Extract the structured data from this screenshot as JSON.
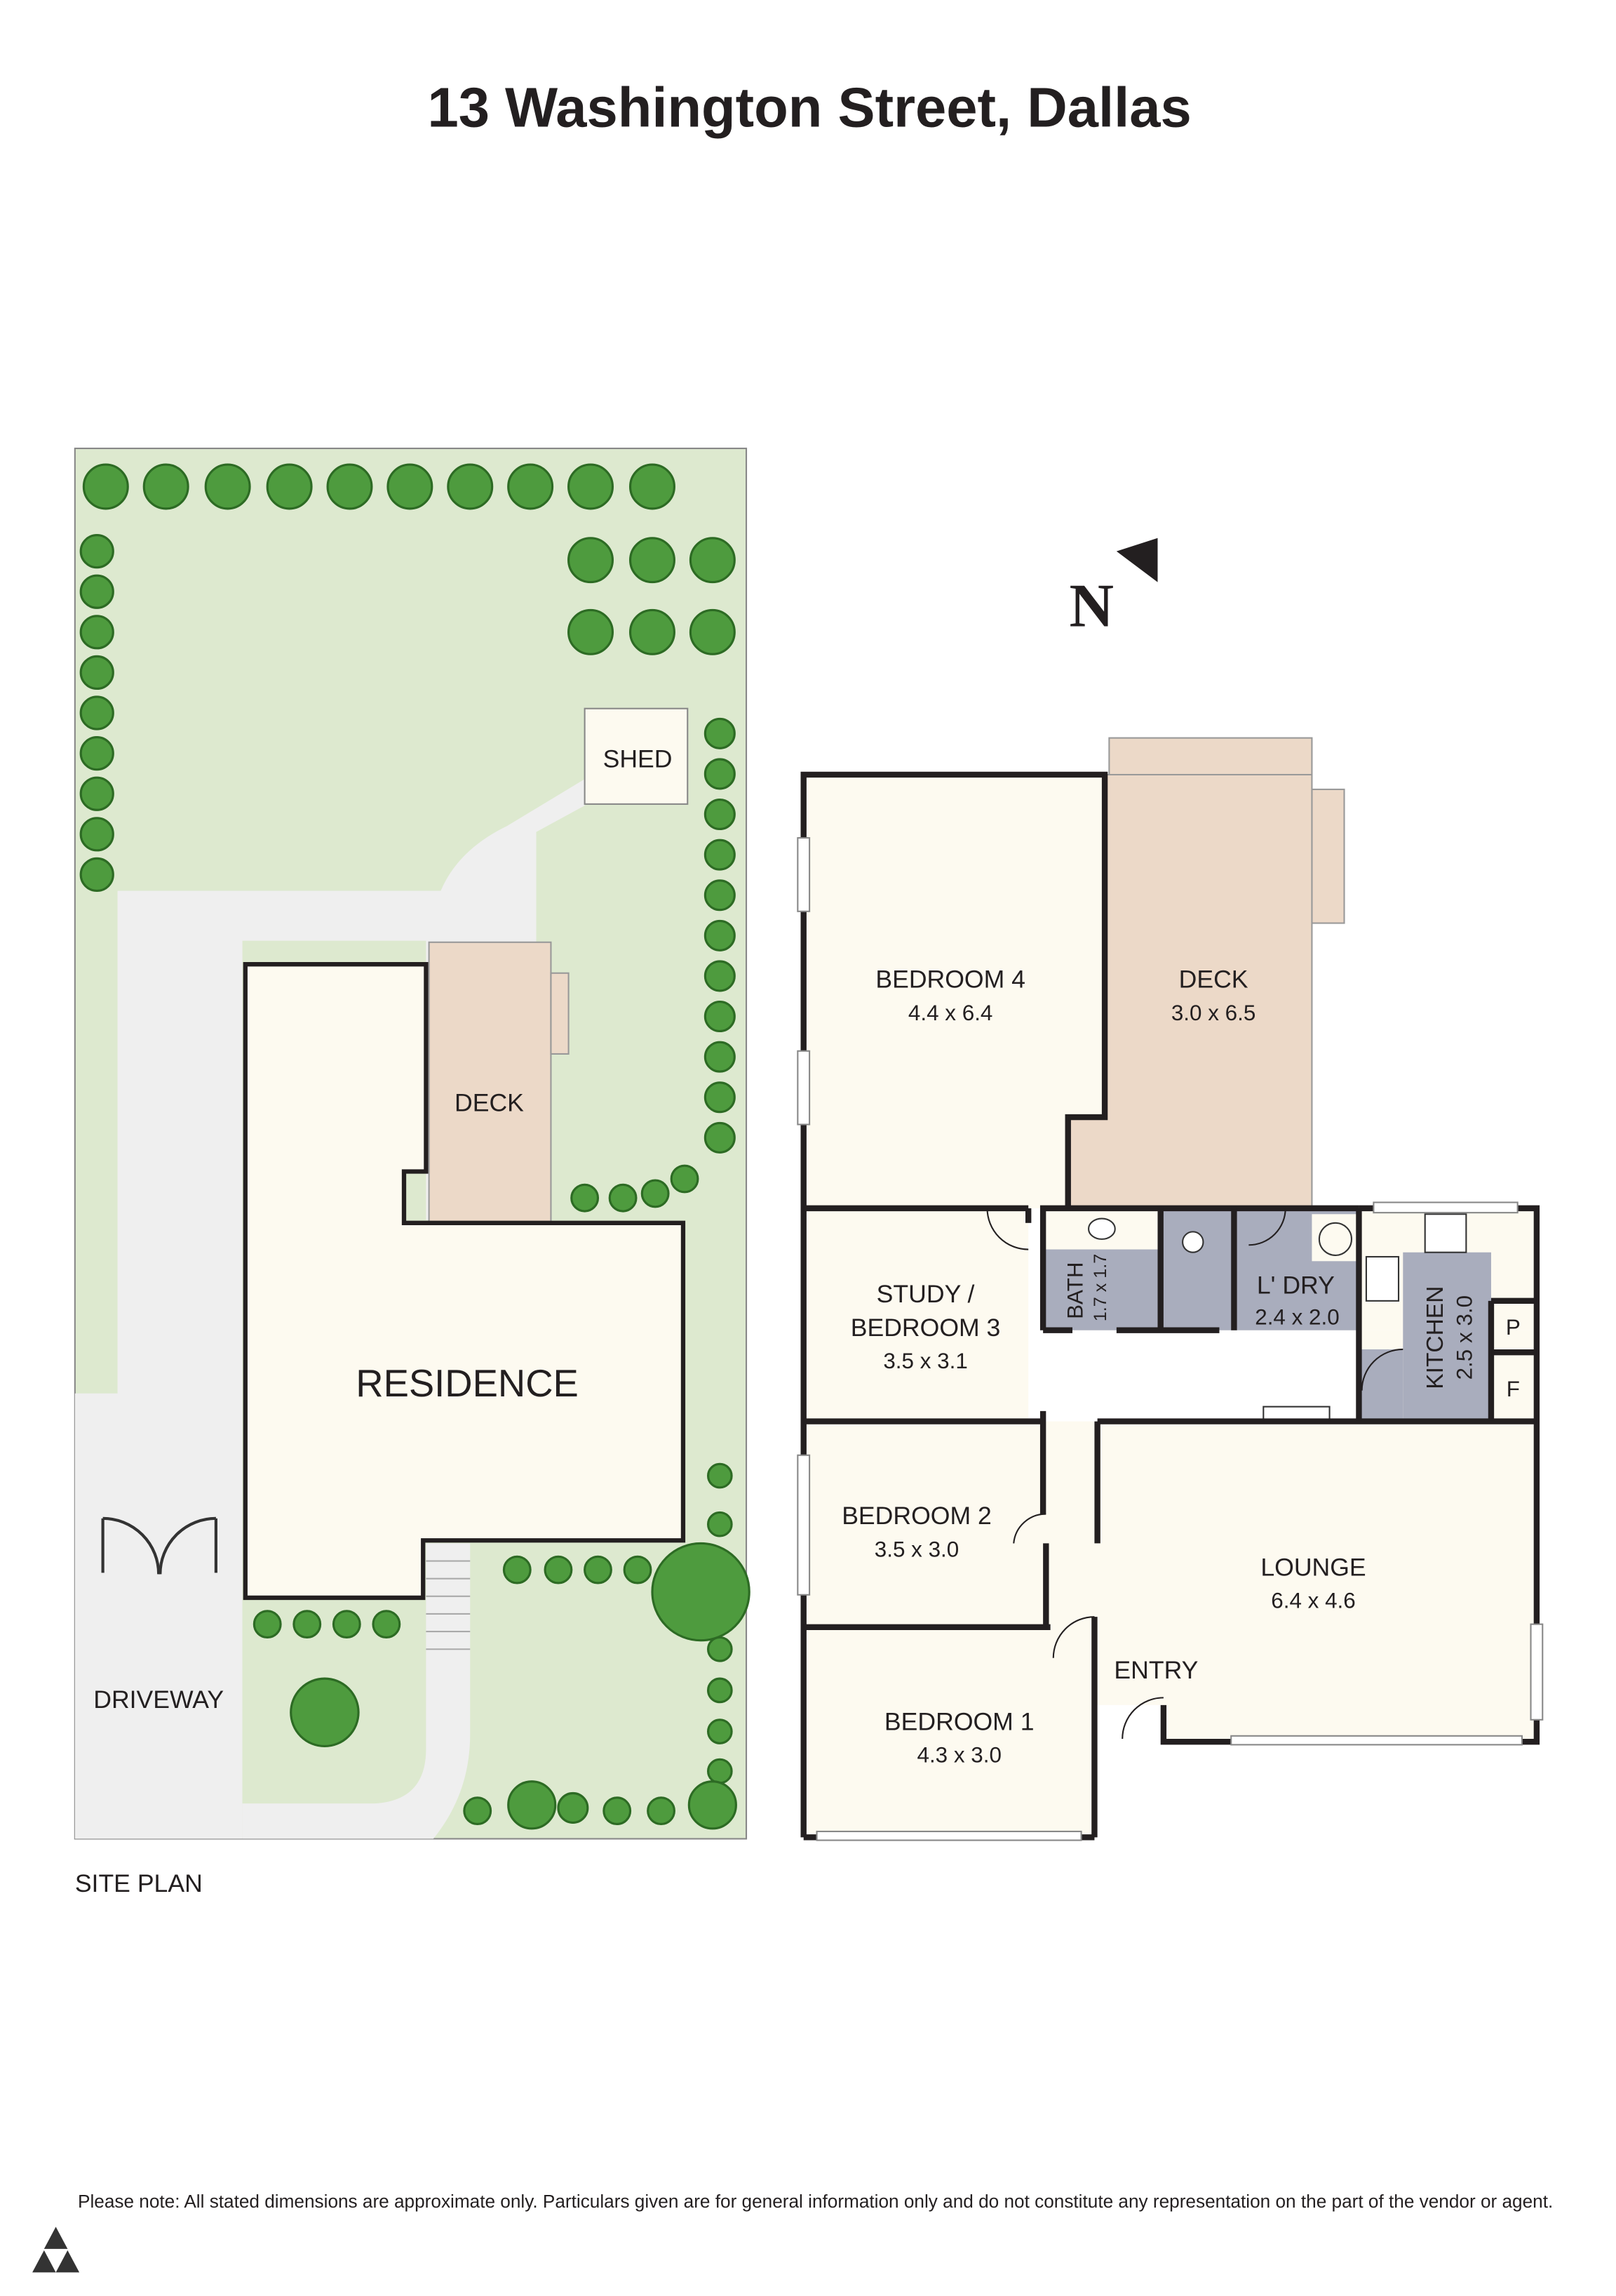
{
  "title": "13 Washington Street, Dallas",
  "site_plan": {
    "label": "SITE PLAN",
    "residence": "RESIDENCE",
    "deck": "DECK",
    "shed": "SHED",
    "driveway": "DRIVEWAY"
  },
  "floor_plan": {
    "north": "N",
    "rooms": {
      "bedroom4": {
        "name": "BEDROOM 4",
        "dim": "4.4 x 6.4"
      },
      "deck": {
        "name": "DECK",
        "dim": "3.0 x 6.5"
      },
      "study": {
        "name1": "STUDY /",
        "name2": "BEDROOM 3",
        "dim": "3.5 x 3.1"
      },
      "bath": {
        "name": "BATH",
        "dim": "1.7 x 1.7"
      },
      "laundry": {
        "name": "L' DRY",
        "dim": "2.4 x 2.0"
      },
      "kitchen": {
        "name": "KITCHEN",
        "dim": "2.5 x 3.0"
      },
      "pantry": "P",
      "fridge": "F",
      "bedroom2": {
        "name": "BEDROOM 2",
        "dim": "3.5 x 3.0"
      },
      "lounge": {
        "name": "LOUNGE",
        "dim": "6.4 x 4.6"
      },
      "entry": "ENTRY",
      "bedroom1": {
        "name": "BEDROOM 1",
        "dim": "4.3 x 3.0"
      }
    }
  },
  "disclaimer": "Please note: All stated dimensions are approximate only. Particulars given are for general information only and do not constitute any representation on the part of the vendor or agent.",
  "colors": {
    "lawn": "#dde9cf",
    "tree": "#4e9b3e",
    "deck": "#ecd9c8",
    "floor": "#fdfaf0",
    "wet": "#a9adbd",
    "driveway": "#efefef"
  }
}
